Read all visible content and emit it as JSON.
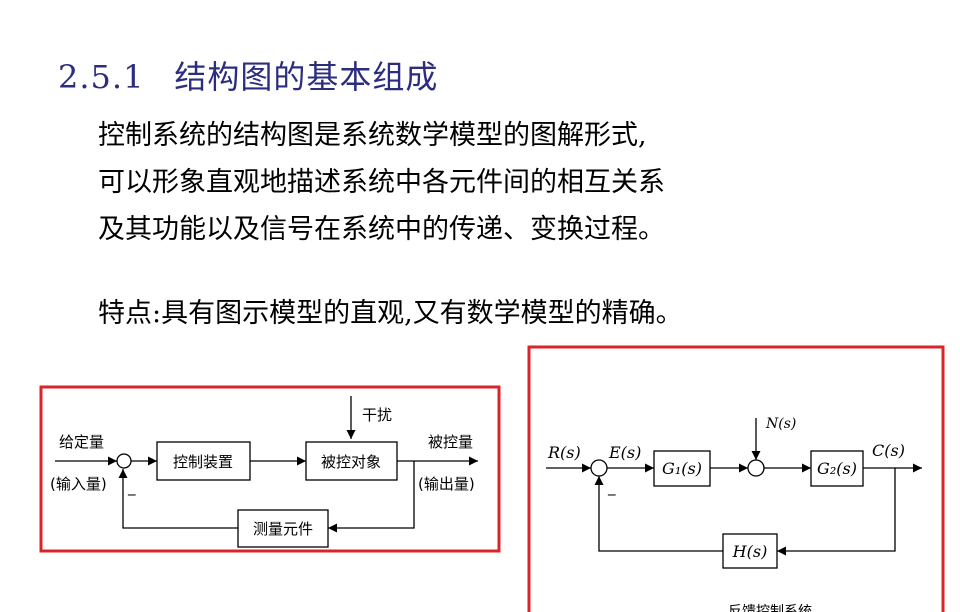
{
  "section": {
    "number": "2.5.1",
    "title": "结构图的基本组成"
  },
  "intro_lines": [
    "控制系统的结构图是系统数学模型的图解形式,",
    "可以形象直观地描述系统中各元件间的相互关系",
    "及其功能以及信号在系统中的传递、变换过程。"
  ],
  "feature": "特点:具有图示模型的直观,又有数学模型的精确。",
  "left_diagram": {
    "disturbance": "干扰",
    "input_label": "给定量",
    "input_sub": "(输入量)",
    "minus": "_",
    "controller": "控制装置",
    "plant": "被控对象",
    "output_label": "被控量",
    "output_sub": "(输出量)",
    "sensor": "测量元件",
    "frame_color": "#d9252a"
  },
  "right_diagram": {
    "input": "R(s)",
    "error": "E(s)",
    "g1": "G₁(s)",
    "disturbance": "N(s)",
    "g2": "G₂(s)",
    "output": "C(s)",
    "feedback": "H(s)",
    "minus": "_",
    "caption": "反馈控制系统",
    "frame_color": "#d9252a"
  }
}
